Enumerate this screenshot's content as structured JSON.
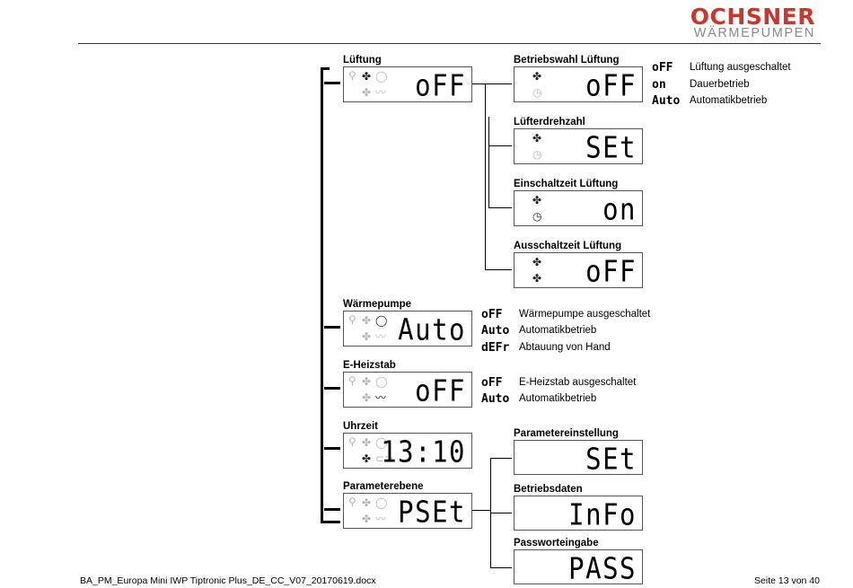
{
  "header": {
    "brand": "OCHSNER",
    "sub": "WÄRMEPUMPEN"
  },
  "main_menu": [
    {
      "label": "Lüftung",
      "display": "oFF"
    },
    {
      "label": "Wärmepumpe",
      "display": "Auto"
    },
    {
      "label": "E-Heizstab",
      "display": "oFF"
    },
    {
      "label": "Uhrzeit",
      "display": "13:10"
    },
    {
      "label": "Parameterebene",
      "display": "PSEt"
    }
  ],
  "lueftung_sub": [
    {
      "label": "Betriebswahl Lüftung",
      "display": "oFF"
    },
    {
      "label": "Lüfterdrehzahl",
      "display": "SEt"
    },
    {
      "label": "Einschaltzeit Lüftung",
      "display": "on"
    },
    {
      "label": "Ausschaltzeit Lüftung",
      "display": "oFF"
    }
  ],
  "param_sub": [
    {
      "label": "Parametereinstellung",
      "display": "SEt"
    },
    {
      "label": "Betriebsdaten",
      "display": "InFo"
    },
    {
      "label": "Passworteingabe",
      "display": "PASS"
    }
  ],
  "legend_lueftung": [
    {
      "code": "oFF",
      "desc": "Lüftung ausgeschaltet"
    },
    {
      "code": "on",
      "desc": "Dauerbetrieb"
    },
    {
      "code": "Auto",
      "desc": "Automatikbetrieb"
    }
  ],
  "legend_wp": [
    {
      "code": "oFF",
      "desc": "Wärmepumpe ausgeschaltet"
    },
    {
      "code": "Auto",
      "desc": "Automatikbetrieb"
    },
    {
      "code": "dEFr",
      "desc": "Abtauung von Hand"
    }
  ],
  "legend_eh": [
    {
      "code": "oFF",
      "desc": "E-Heizstab  ausgeschaltet"
    },
    {
      "code": "Auto",
      "desc": "Automatikbetrieb"
    }
  ],
  "icons": {
    "shower": "shower-icon",
    "fan": "fan-icon",
    "circle": "circle-icon",
    "heater": "heater-icon",
    "clock": "clock-icon"
  },
  "footer": {
    "doc": "BA_PM_Europa Mini IWP Tiptronic Plus_DE_CC_V07_20170619.docx",
    "page": "Seite 13 von 40"
  }
}
